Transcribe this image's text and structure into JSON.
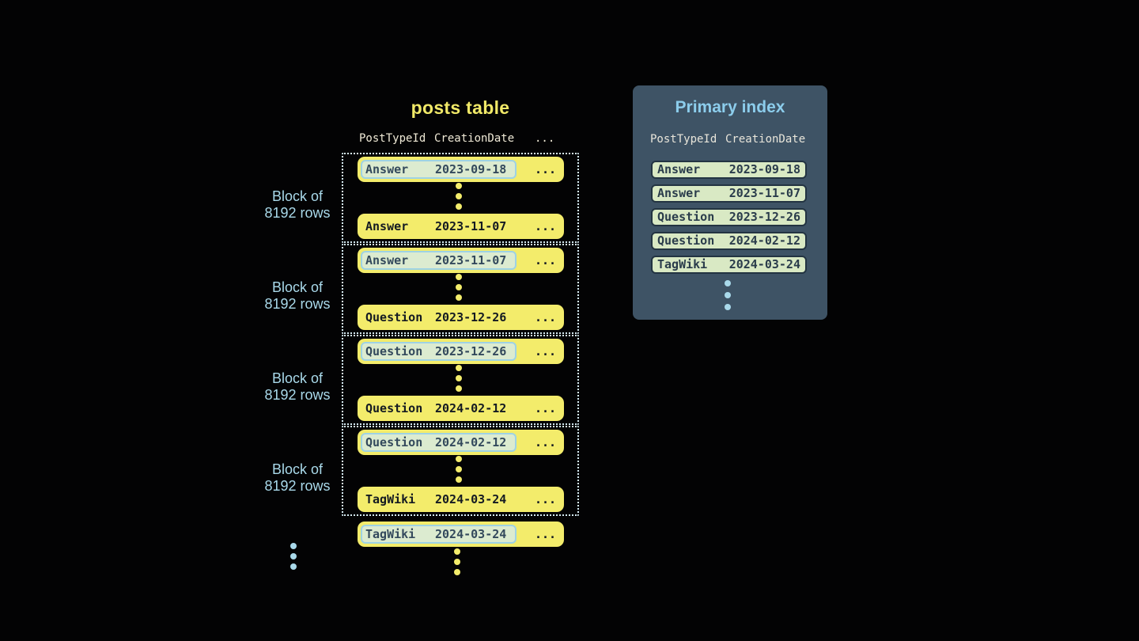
{
  "colors": {
    "background": "#030304",
    "row_yellow": "#f3ec6b",
    "title_yellow": "#f1e968",
    "dark_row_text": "#141a22",
    "highlight_text": "#33495c",
    "mint_highlight": "#dcebd0",
    "mint_highlight_border": "#9ed2e4",
    "panel_background": "#3e5365",
    "panel_title_blue": "#8ccdec",
    "index_row_mint": "#d9e9c4",
    "index_row_border": "#233442",
    "header_cream": "#efe9d6",
    "label_blue": "#a9d9ea",
    "dotted_border": "#d6ebf3"
  },
  "posts_table": {
    "title": "posts table",
    "headers": {
      "post_type_id": "PostTypeId",
      "creation_date": "CreationDate",
      "more": "..."
    },
    "ellipsis": "...",
    "block_label": {
      "line1": "Block of",
      "line2": "8192 rows"
    },
    "blocks": [
      {
        "first": {
          "type": "Answer",
          "date": "2023-09-18"
        },
        "last": {
          "type": "Answer",
          "date": "2023-11-07"
        }
      },
      {
        "first": {
          "type": "Answer",
          "date": "2023-11-07"
        },
        "last": {
          "type": "Question",
          "date": "2023-12-26"
        }
      },
      {
        "first": {
          "type": "Question",
          "date": "2023-12-26"
        },
        "last": {
          "type": "Question",
          "date": "2024-02-12"
        }
      },
      {
        "first": {
          "type": "Question",
          "date": "2024-02-12"
        },
        "last": {
          "type": "TagWiki",
          "date": "2024-03-24"
        }
      }
    ],
    "overflow_row": {
      "type": "TagWiki",
      "date": "2024-03-24"
    }
  },
  "primary_index": {
    "title": "Primary index",
    "headers": {
      "post_type_id": "PostTypeId",
      "creation_date": "CreationDate"
    },
    "rows": [
      {
        "type": "Answer",
        "date": "2023-09-18"
      },
      {
        "type": "Answer",
        "date": "2023-11-07"
      },
      {
        "type": "Question",
        "date": "2023-12-26"
      },
      {
        "type": "Question",
        "date": "2024-02-12"
      },
      {
        "type": "TagWiki",
        "date": "2024-03-24"
      }
    ]
  }
}
